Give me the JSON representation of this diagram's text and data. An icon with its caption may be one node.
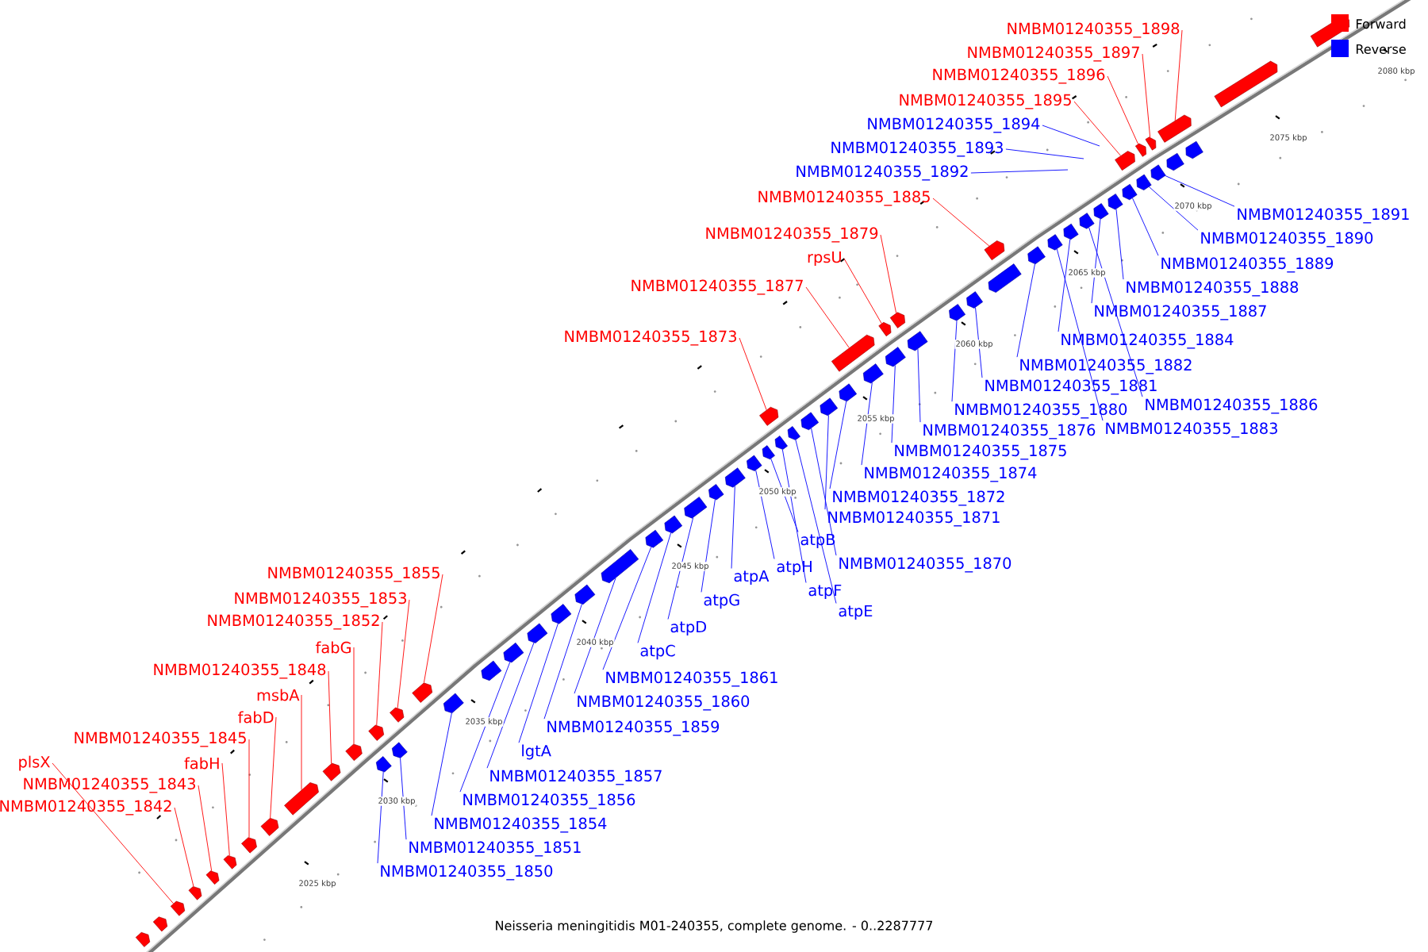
{
  "diagram": {
    "caption": "Neisseria meningitidis M01-240355, complete genome. - 0..2287777",
    "nodes": [
      {
        "text": [
          "NMBM01240355_1898"
        ]
      },
      {
        "text": [
          "NMBM01240355_1897"
        ]
      },
      {
        "text": [
          "NMBM01240355_1896"
        ]
      },
      {
        "text": [
          "NMBM01240355_1895"
        ]
      },
      {
        "text": [
          "NMBM01240355_1894"
        ]
      },
      {
        "text": [
          "NMBM01240355_1893"
        ]
      },
      {
        "text": [
          "NMBM01240355_1892"
        ]
      },
      {
        "text": [
          "NMBM01240355_1885"
        ]
      },
      {
        "text": [
          "NMBM01240355_1891"
        ]
      },
      {
        "text": [
          "NMBM01240355_1890"
        ]
      },
      {
        "text": [
          "NMBM01240355_1879"
        ]
      },
      {
        "text": [
          "rpsU"
        ]
      },
      {
        "text": [
          "NMBM01240355_1889"
        ]
      },
      {
        "text": [
          "NMBM01240355_1877"
        ]
      },
      {
        "text": [
          "NMBM01240355_1888"
        ]
      },
      {
        "text": [
          "NMBM01240355_1887"
        ]
      },
      {
        "text": [
          "NMBM01240355_1873"
        ]
      },
      {
        "text": [
          "NMBM01240355_1884"
        ]
      },
      {
        "text": [
          "NMBM01240355_1882"
        ]
      },
      {
        "text": [
          "NMBM01240355_1881"
        ]
      },
      {
        "text": [
          "NMBM01240355_1886"
        ]
      },
      {
        "text": [
          "NMBM01240355_1880"
        ]
      },
      {
        "text": [
          "NMBM01240355_1883"
        ]
      },
      {
        "text": [
          "NMBM01240355_1876"
        ]
      },
      {
        "text": [
          "NMBM01240355_1875"
        ]
      },
      {
        "text": [
          "NMBM01240355_1874"
        ]
      },
      {
        "text": [
          "NMBM01240355_1872"
        ]
      },
      {
        "text": [
          "NMBM01240355_1871"
        ]
      },
      {
        "text": [
          "atpB"
        ]
      },
      {
        "text": [
          "NMBM01240355_1870"
        ]
      },
      {
        "text": [
          "atpH"
        ]
      },
      {
        "text": [
          "NMBM01240355_1855"
        ]
      },
      {
        "text": [
          "atpA"
        ]
      },
      {
        "text": [
          "atpF"
        ]
      },
      {
        "text": [
          "NMBM01240355_1853"
        ]
      },
      {
        "text": [
          "atpG"
        ]
      },
      {
        "text": [
          "atpE"
        ]
      },
      {
        "text": [
          "NMBM01240355_1852"
        ]
      },
      {
        "text": [
          "atpD"
        ]
      },
      {
        "text": [
          "fabG"
        ]
      },
      {
        "text": [
          "atpC"
        ]
      },
      {
        "text": [
          "NMBM01240355_1848"
        ]
      },
      {
        "text": [
          "NMBM01240355_1861"
        ]
      },
      {
        "text": [
          "msbA"
        ]
      },
      {
        "text": [
          "NMBM01240355_1860"
        ]
      },
      {
        "text": [
          "fabD"
        ]
      },
      {
        "text": [
          "NMBM01240355_1859"
        ]
      },
      {
        "text": [
          "NMBM01240355_1845"
        ]
      },
      {
        "text": [
          "lgtA"
        ]
      },
      {
        "text": [
          "fabH"
        ]
      },
      {
        "text": [
          "plsX"
        ]
      },
      {
        "text": [
          "NMBM01240355_1857"
        ]
      },
      {
        "text": [
          "NMBM01240355_1843"
        ]
      },
      {
        "text": [
          "NMBM01240355_1856"
        ]
      },
      {
        "text": [
          "NMBM01240355_1842"
        ]
      },
      {
        "text": [
          "NMBM01240355_1854"
        ]
      },
      {
        "text": [
          "NMBM01240355_1851"
        ]
      },
      {
        "text": [
          "NMBM01240355_1850"
        ]
      },
      {
        "text": [],
        "shape": "arrow"
      },
      {
        "text": [],
        "shape": "arrow"
      },
      {
        "text": [],
        "shape": "arrow"
      },
      {
        "text": [],
        "shape": "arrow"
      },
      {
        "text": [],
        "shape": "arrow"
      },
      {
        "text": [],
        "shape": "arrow"
      },
      {
        "text": [],
        "shape": "arrow"
      },
      {
        "text": [],
        "shape": "arrow"
      },
      {
        "text": [],
        "shape": "arrow"
      },
      {
        "text": [],
        "shape": "arrow"
      },
      {
        "text": [],
        "shape": "arrow"
      },
      {
        "text": [],
        "shape": "arrow"
      },
      {
        "text": [],
        "shape": "arrow"
      },
      {
        "text": [],
        "shape": "arrow"
      },
      {
        "text": [],
        "shape": "arrow"
      },
      {
        "text": [],
        "shape": "arrow"
      },
      {
        "text": [],
        "shape": "arrow"
      },
      {
        "text": [],
        "shape": "arrow"
      },
      {
        "text": [],
        "shape": "arrow"
      },
      {
        "text": [],
        "shape": "arrow"
      },
      {
        "text": [],
        "shape": "arrow"
      },
      {
        "text": [],
        "shape": "arrow"
      },
      {
        "text": [],
        "shape": "arrow"
      },
      {
        "text": [],
        "shape": "arrow"
      },
      {
        "text": [],
        "shape": "arrow"
      },
      {
        "text": [],
        "shape": "arrow"
      },
      {
        "text": [],
        "shape": "arrow"
      },
      {
        "text": [],
        "shape": "arrow"
      },
      {
        "text": [],
        "shape": "arrow"
      },
      {
        "text": [],
        "shape": "arrow"
      },
      {
        "text": [],
        "shape": "arrow"
      },
      {
        "text": [],
        "shape": "arrow"
      },
      {
        "text": [],
        "shape": "arrow"
      },
      {
        "text": [],
        "shape": "arrow"
      },
      {
        "text": [],
        "shape": "arrow"
      },
      {
        "text": [],
        "shape": "arrow"
      },
      {
        "text": [],
        "shape": "arrow"
      },
      {
        "text": [],
        "shape": "arrow"
      },
      {
        "text": [],
        "shape": "arrow"
      },
      {
        "text": [],
        "shape": "arrow"
      },
      {
        "text": [],
        "shape": "arrow"
      },
      {
        "text": [],
        "shape": "arrow"
      },
      {
        "text": [],
        "shape": "arrow"
      },
      {
        "text": [],
        "shape": "arrow"
      },
      {
        "text": [],
        "shape": "arrow"
      },
      {
        "text": [],
        "shape": "arrow"
      },
      {
        "text": [],
        "shape": "arrow"
      },
      {
        "text": [],
        "shape": "arrow"
      },
      {
        "text": [],
        "shape": "arrow"
      },
      {
        "text": [],
        "shape": "arrow"
      },
      {
        "text": [],
        "shape": "arrow"
      },
      {
        "text": [],
        "shape": "arrow"
      },
      {
        "text": [],
        "shape": "arrow"
      },
      {
        "text": [],
        "shape": "arrow"
      },
      {
        "text": [],
        "shape": "arrow"
      },
      {
        "text": [],
        "shape": "arrow"
      },
      {
        "text": [],
        "shape": "arrow"
      },
      {
        "text": [],
        "shape": "arrow"
      },
      {
        "text": [],
        "shape": "arrow"
      },
      {
        "text": [],
        "shape": "arrow"
      },
      {
        "text": [],
        "shape": "arrow"
      },
      {
        "text": [],
        "shape": "arrow"
      },
      {
        "text": [],
        "shape": "arrow"
      }
    ],
    "edges": [
      {
        "from": 0,
        "to": 112,
        "arrow": "none",
        "color": "#ff0000"
      },
      {
        "from": 1,
        "to": 111,
        "arrow": "none",
        "color": "#ff0000"
      },
      {
        "from": 2,
        "to": 110,
        "arrow": "none",
        "color": "#ff0000"
      },
      {
        "from": 3,
        "to": 109,
        "arrow": "none",
        "color": "#ff0000"
      },
      {
        "from": 4,
        "to": null,
        "arrow": "none"
      },
      {
        "from": 5,
        "to": null,
        "arrow": "none"
      },
      {
        "from": 6,
        "to": null,
        "arrow": "none"
      },
      {
        "from": 7,
        "to": 100,
        "arrow": "none",
        "color": "#ff0000"
      },
      {
        "from": 8,
        "to": 108,
        "arrow": "none"
      },
      {
        "from": 9,
        "to": 107,
        "arrow": "none"
      },
      {
        "from": 10,
        "to": 96,
        "arrow": "none",
        "color": "#ff0000"
      },
      {
        "from": 11,
        "to": 95,
        "arrow": "none",
        "color": "#ff0000"
      },
      {
        "from": 12,
        "to": 106,
        "arrow": "none"
      },
      {
        "from": 13,
        "to": 93,
        "arrow": "none",
        "color": "#ff0000"
      },
      {
        "from": 14,
        "to": 105,
        "arrow": "none"
      },
      {
        "from": 15,
        "to": 104,
        "arrow": "none"
      },
      {
        "from": 16,
        "to": 88,
        "arrow": "none",
        "color": "#ff0000"
      },
      {
        "from": 17,
        "to": 102,
        "arrow": "none"
      },
      {
        "from": 18,
        "to": 99,
        "arrow": "none"
      },
      {
        "from": 19,
        "to": 98,
        "arrow": "none"
      },
      {
        "from": 20,
        "to": 103,
        "arrow": "none"
      },
      {
        "from": 21,
        "to": 97,
        "arrow": "none"
      },
      {
        "from": 22,
        "to": 101,
        "arrow": "none"
      },
      {
        "from": 23,
        "to": 94,
        "arrow": "none"
      },
      {
        "from": 24,
        "to": 92,
        "arrow": "none"
      },
      {
        "from": 25,
        "to": 91,
        "arrow": "none"
      },
      {
        "from": 26,
        "to": 90,
        "arrow": "none"
      },
      {
        "from": 27,
        "to": 89,
        "arrow": "none"
      },
      {
        "from": 28,
        "to": 84,
        "arrow": "none"
      },
      {
        "from": 29,
        "to": 87,
        "arrow": "none"
      },
      {
        "from": 30,
        "to": 83,
        "arrow": "none"
      },
      {
        "from": 31,
        "to": 71,
        "arrow": "none",
        "color": "#ff0000"
      },
      {
        "from": 32,
        "to": 82,
        "arrow": "none"
      },
      {
        "from": 33,
        "to": 85,
        "arrow": "none"
      },
      {
        "from": 34,
        "to": 69,
        "arrow": "none",
        "color": "#ff0000"
      },
      {
        "from": 35,
        "to": 81,
        "arrow": "none"
      },
      {
        "from": 36,
        "to": 86,
        "arrow": "none"
      },
      {
        "from": 37,
        "to": 67,
        "arrow": "none",
        "color": "#ff0000"
      },
      {
        "from": 38,
        "to": 80,
        "arrow": "none"
      },
      {
        "from": 39,
        "to": 66,
        "arrow": "none",
        "color": "#ff0000"
      },
      {
        "from": 40,
        "to": 79,
        "arrow": "none"
      },
      {
        "from": 41,
        "to": 65,
        "arrow": "none",
        "color": "#ff0000"
      },
      {
        "from": 42,
        "to": 78,
        "arrow": "none"
      },
      {
        "from": 43,
        "to": 64,
        "arrow": "none",
        "color": "#ff0000"
      },
      {
        "from": 44,
        "to": 77,
        "arrow": "none"
      },
      {
        "from": 45,
        "to": 63,
        "arrow": "none",
        "color": "#ff0000"
      },
      {
        "from": 46,
        "to": 76,
        "arrow": "none"
      },
      {
        "from": 47,
        "to": 62,
        "arrow": "none",
        "color": "#ff0000"
      },
      {
        "from": 48,
        "to": 75,
        "arrow": "none"
      },
      {
        "from": 49,
        "to": 61,
        "arrow": "none",
        "color": "#ff0000"
      },
      {
        "from": 50,
        "to": 58,
        "arrow": "none",
        "color": "#ff0000"
      },
      {
        "from": 51,
        "to": 74,
        "arrow": "none"
      },
      {
        "from": 52,
        "to": 60,
        "arrow": "none",
        "color": "#ff0000"
      },
      {
        "from": 53,
        "to": 73,
        "arrow": "none"
      },
      {
        "from": 54,
        "to": 59,
        "arrow": "none",
        "color": "#ff0000"
      },
      {
        "from": 55,
        "to": 72,
        "arrow": "none"
      },
      {
        "from": 56,
        "to": 70,
        "arrow": "none"
      },
      {
        "from": 57,
        "to": 68,
        "arrow": "none"
      }
    ],
    "labels": [
      "2025 kbp",
      "2030 kbp",
      "2035 kbp",
      "2040 kbp",
      "2045 kbp",
      "2050 kbp",
      "2055 kbp",
      "2060 kbp",
      "2065 kbp",
      "2070 kbp",
      "2075 kbp",
      "2080 kbp"
    ],
    "legend": [
      {
        "text": "Forward",
        "color": "#ff0000"
      },
      {
        "text": "Reverse",
        "color": "#0000ff"
      }
    ]
  }
}
